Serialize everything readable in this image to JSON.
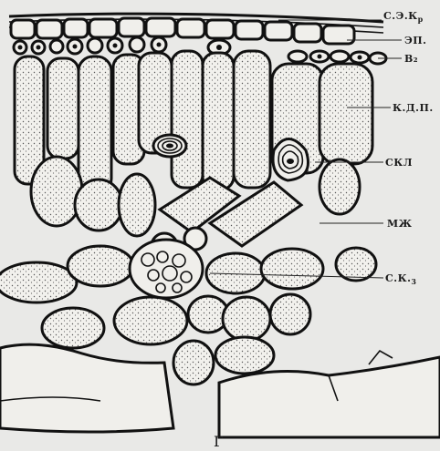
{
  "figure": {
    "caption": "Г",
    "labels": [
      {
        "id": "se-kp",
        "text": "С.Э.К"
      },
      {
        "id": "ep",
        "text": "ЭП."
      },
      {
        "id": "vz",
        "text": "В₂"
      },
      {
        "id": "kdp",
        "text": "К.Д.П."
      },
      {
        "id": "skl",
        "text": "СКЛ"
      },
      {
        "id": "mzh",
        "text": "МЖ"
      },
      {
        "id": "sk",
        "text": "С.К."
      }
    ],
    "subscripts": {
      "se-kp": "p",
      "sk": "3"
    }
  }
}
